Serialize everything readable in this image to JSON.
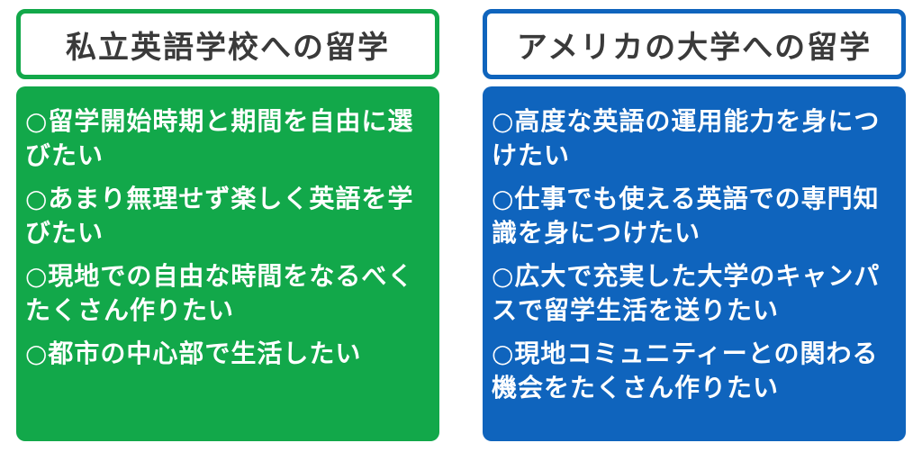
{
  "left": {
    "title": "私立英語学校への留学",
    "accent_color": "#12a84a",
    "items": [
      "○留学開始時期と期間を自由に選びたい",
      "○あまり無理せず楽しく英語を学びたい",
      "○現地での自由な時間をなるべくたくさん作りたい",
      "○都市の中心部で生活したい"
    ]
  },
  "right": {
    "title": "アメリカの大学への留学",
    "accent_color": "#0f64bd",
    "items": [
      "○高度な英語の運用能力を身につけたい",
      "○仕事でも使える英語での専門知識を身につけたい",
      "○広大で充実した大学のキャンパスで留学生活を送りたい",
      "○現地コミュニティーとの関わる機会をたくさん作りたい"
    ]
  }
}
